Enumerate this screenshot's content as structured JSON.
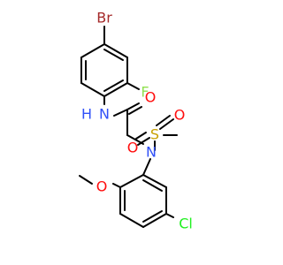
{
  "molecule": {
    "atoms": {
      "br": {
        "label": "Br",
        "color": "#a52a2a"
      },
      "f": {
        "label": "F",
        "color": "#90e050"
      },
      "nh": {
        "label": "N",
        "color": "#3050f8"
      },
      "h": {
        "label": "H",
        "color": "#3050f8"
      },
      "o_carbonyl": {
        "label": "O",
        "color": "#ff0d0d"
      },
      "n_sulfonamide": {
        "label": "N",
        "color": "#3050f8"
      },
      "s": {
        "label": "S",
        "color": "#c8a000"
      },
      "o_s_upper": {
        "label": "O",
        "color": "#ff0d0d"
      },
      "o_s_lower": {
        "label": "O",
        "color": "#ff0d0d"
      },
      "o_methoxy": {
        "label": "O",
        "color": "#ff0d0d"
      },
      "cl": {
        "label": "Cl",
        "color": "#1ff01f"
      }
    }
  }
}
